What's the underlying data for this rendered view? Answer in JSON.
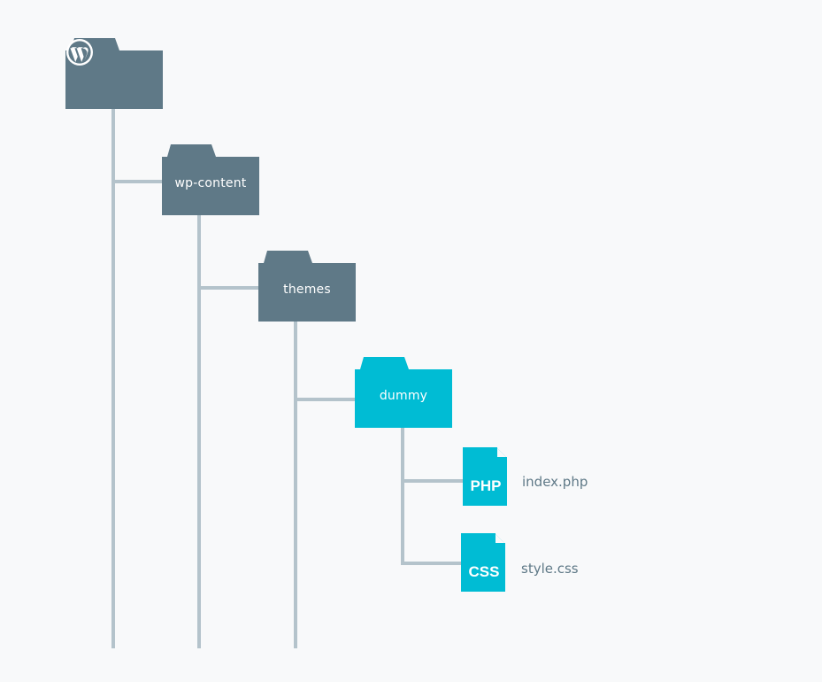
{
  "colors": {
    "background": "#f8f9fa",
    "folder_gray": "#5f7987",
    "accent_cyan": "#00bcd4",
    "connector": "#b4c3cb",
    "file_label": "#5f7987"
  },
  "tree": {
    "root": {
      "icon": "wordpress-logo-icon"
    },
    "wp_content": {
      "label": "wp-content"
    },
    "themes": {
      "label": "themes"
    },
    "dummy": {
      "label": "dummy"
    },
    "files": [
      {
        "ext": "PHP",
        "name": "index.php"
      },
      {
        "ext": "CSS",
        "name": "style.css"
      }
    ]
  }
}
